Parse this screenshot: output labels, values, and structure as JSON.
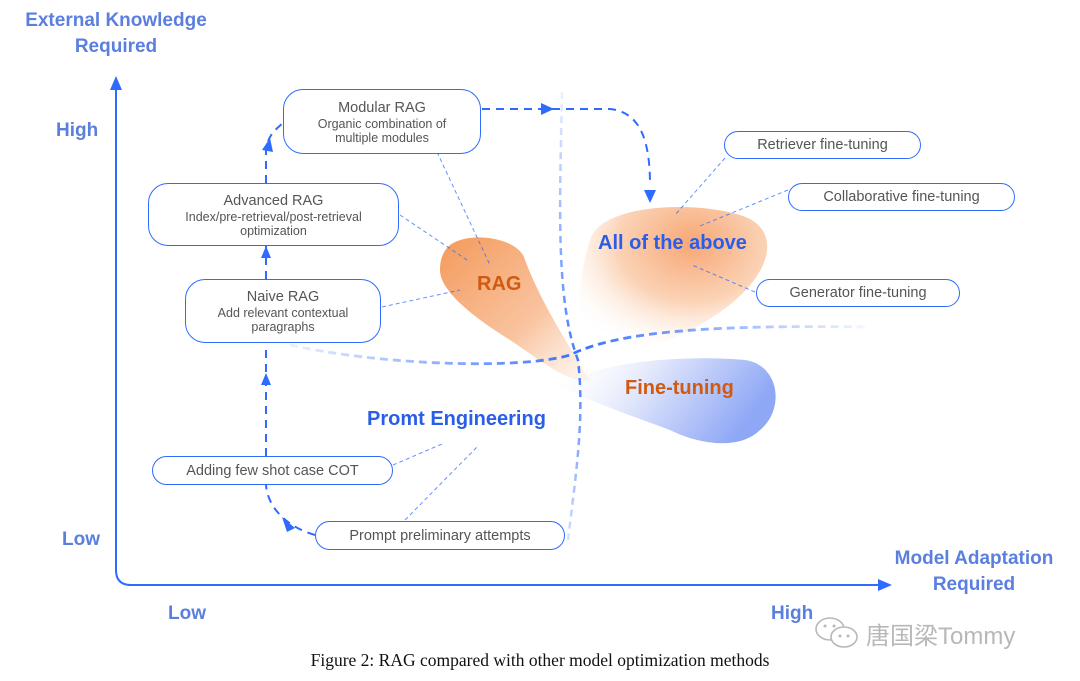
{
  "figure": {
    "y_axis": {
      "title_line1": "External Knowledge",
      "title_line2": "Required",
      "high": "High",
      "low": "Low"
    },
    "x_axis": {
      "title_line1": "Model Adaptation",
      "title_line2": "Required",
      "low": "Low",
      "high": "High"
    },
    "rag_stages": [
      {
        "title": "Modular RAG",
        "subtitle_line1": "Organic combination of",
        "subtitle_line2": "multiple modules"
      },
      {
        "title": "Advanced RAG",
        "subtitle_line1": "Index/pre-retrieval/post-retrieval",
        "subtitle_line2": "optimization"
      },
      {
        "title": "Naive RAG",
        "subtitle_line1": "Add relevant contextual",
        "subtitle_line2": "paragraphs"
      }
    ],
    "prompt_stages": [
      {
        "label": "Adding few shot case COT"
      },
      {
        "label": "Prompt preliminary attempts"
      }
    ],
    "finetune_items": [
      {
        "label": "Retriever fine-tuning"
      },
      {
        "label": "Collaborative fine-tuning"
      },
      {
        "label": "Generator fine-tuning"
      }
    ],
    "categories": {
      "rag": "RAG",
      "all": "All of the above",
      "finetuning": "Fine-tuning",
      "prompt": "Promt Engineering"
    },
    "colors": {
      "accent_blue": "#2f6bff",
      "axis_label": "#5b7fde",
      "orange": "#d05a12"
    }
  },
  "caption": "Figure 2: RAG compared with other model optimization methods",
  "watermark": {
    "text": "唐国梁Tommy",
    "icon": "wechat-icon"
  }
}
